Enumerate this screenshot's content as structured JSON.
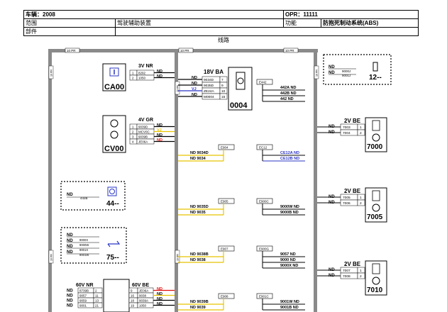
{
  "header": {
    "vehicle": "车辆：2008",
    "opr": "OPR：11111",
    "scope_label": "范围",
    "scope_value": "驾驶辅助装置",
    "function_label": "功能",
    "function_value": "防抱死制动系统(ABS)",
    "part_label": "部件"
  },
  "diagram_title": "线路",
  "rail_labels": {
    "top_left": "10 PR",
    "top_mid": "10 PR",
    "top_right": "10 PR",
    "side": "10 PR"
  },
  "components": {
    "ca00": {
      "id": "CA00",
      "conn": "3V NR",
      "pins": [
        [
          "1",
          "8292"
        ],
        [
          "2",
          "1050"
        ]
      ],
      "wires": [
        "ND",
        "ND"
      ]
    },
    "cv00": {
      "id": "CV00",
      "conn": "4V GR",
      "pins": [
        [
          "1",
          "9039D"
        ],
        [
          "2",
          "MCV0C"
        ],
        [
          "3",
          "9039B"
        ],
        [
          "4",
          "JE06A"
        ]
      ],
      "wires": [
        "ND",
        "VJ",
        "ND",
        "ND"
      ]
    },
    "c0004": {
      "id": "0004",
      "conn": "18V BA",
      "pins": [
        [
          "9034D",
          "7"
        ],
        [
          "9035D",
          "9"
        ],
        [
          "ZE24A",
          "10"
        ],
        [
          "M0004",
          "15"
        ]
      ],
      "wires": [
        "ND",
        "ND",
        "VJ",
        "ND"
      ]
    },
    "c12": {
      "id": "12--",
      "wires": [
        "ND",
        "ND"
      ],
      "codes": [
        "9000J",
        "9001J"
      ]
    },
    "c7000": {
      "id": "7000",
      "conn": "2V BE",
      "pins": [
        [
          "7003",
          "1"
        ],
        [
          "7004",
          "2"
        ]
      ],
      "wires": [
        "ND",
        "ND"
      ]
    },
    "c7005": {
      "id": "7005",
      "conn": "2V BE",
      "pins": [
        [
          "7005",
          "1"
        ],
        [
          "7006",
          "2"
        ]
      ],
      "wires": [
        "ND",
        "ND"
      ]
    },
    "c7010": {
      "id": "7010",
      "conn": "2V BE",
      "pins": [
        [
          "7007",
          "1"
        ],
        [
          "7008",
          "2"
        ]
      ],
      "wires": [
        "ND",
        "ND"
      ]
    },
    "c44": {
      "id": "44--",
      "wire": "ND",
      "code": "442B"
    },
    "c75": {
      "id": "75--",
      "wires": [
        "ND",
        "ND",
        "ND",
        "ND"
      ],
      "codes": [
        "9000X",
        "9000W",
        "9001X",
        "9001W"
      ]
    },
    "c60v": {
      "conn": "60V NR",
      "pins": [
        [
          "8739B",
          "2"
        ],
        [
          "9057",
          "11"
        ],
        [
          "9059",
          "13"
        ],
        [
          "9001",
          "21"
        ]
      ],
      "wires": [
        "ND",
        "ND",
        "ND",
        "ND"
      ]
    },
    "c60vbe": {
      "conn": "60V BE",
      "pins": [
        [
          "9",
          "JE06A"
        ],
        [
          "16",
          "9038"
        ],
        [
          "18",
          "9039A"
        ],
        [
          "19",
          "1050"
        ]
      ],
      "wires": [
        "ND",
        "ND",
        "ND",
        "ND"
      ]
    }
  },
  "splices": {
    "e442": {
      "id": "E442",
      "out": [
        "442A ND",
        "442B ND",
        "442 ND"
      ]
    },
    "e904": {
      "id": "E904",
      "in": [
        "ND 9034D",
        "ND 9034"
      ]
    },
    "ec12": {
      "id": "EC12",
      "out": [
        "CE12A ND",
        "CE12B ND"
      ]
    },
    "e905": {
      "id": "E905",
      "in": [
        "ND 9035D",
        "ND 9035"
      ]
    },
    "e900c": {
      "id": "E900C",
      "out": [
        "9000W ND",
        "9000B ND"
      ]
    },
    "e907": {
      "id": "E907",
      "in": [
        "ND 9038B",
        "ND 9038"
      ]
    },
    "e900g": {
      "id": "E900G",
      "out": [
        "9057 ND",
        "9000 ND",
        "9000X ND"
      ]
    },
    "e908": {
      "id": "E908",
      "in": [
        "ND 9039B",
        "ND 9039"
      ]
    },
    "e901c": {
      "id": "E901C",
      "out": [
        "9001W ND",
        "9001B ND"
      ]
    }
  },
  "colors": {
    "yellow": "#e8c400",
    "blue": "#2a35c4",
    "red": "#e01010",
    "frame": "#8a8a8a"
  }
}
